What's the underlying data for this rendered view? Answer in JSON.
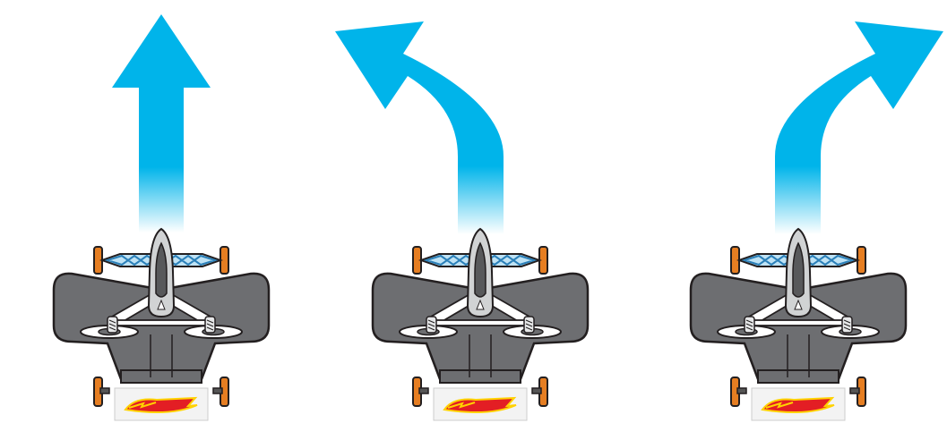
{
  "panels": [
    {
      "id": "straight",
      "direction": "forward"
    },
    {
      "id": "left",
      "direction": "turn-left"
    },
    {
      "id": "right",
      "direction": "turn-right"
    }
  ],
  "colors": {
    "arrow": "#00b4ea",
    "body": "#6d6e71",
    "outline": "#231f20",
    "wheel": "#e67e22",
    "frame": "#5aa9d6",
    "logo_red": "#e31e24",
    "logo_yellow": "#ffd200"
  },
  "brand_logo": "Hot Wheels"
}
